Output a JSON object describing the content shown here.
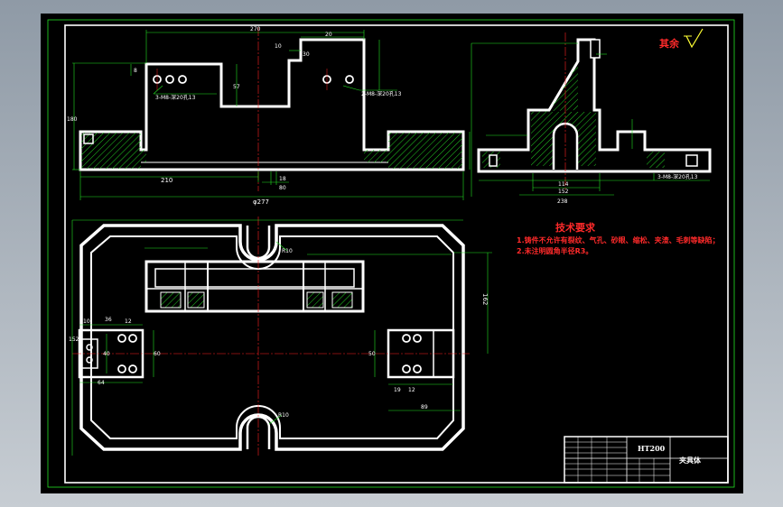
{
  "colors": {
    "outline": "#ffffff",
    "dimension": "#22e022",
    "centerline": "#ff2020",
    "hatch": "#22cc22",
    "note": "#ff2a2a",
    "viewport": "#000000"
  },
  "dims": {
    "top_width": "270",
    "top_left_a": "8",
    "top_t10": "10",
    "top_small": "20",
    "top_57": "57",
    "top_30": "30",
    "top_height": "180",
    "hole_left": "3-M8-深20孔13",
    "hole_right": "2-M8-深20孔13",
    "dim_210": "210",
    "dim_18": "18",
    "dim_80": "80",
    "dim_277": "φ277",
    "side_114": "114",
    "side_152": "152",
    "side_238": "238",
    "side_hole": "3-M8-深20孔13",
    "plan_r10a": "R10",
    "plan_162": "162",
    "plan_10": "10",
    "plan_36": "36",
    "plan_12a": "12",
    "plan_40": "40",
    "plan_60": "60",
    "plan_64": "64",
    "plan_19": "19",
    "plan_12b": "12",
    "plan_50": "50",
    "plan_89": "89",
    "plan_r10b": "R10",
    "plan_side": "152"
  },
  "notes": {
    "surface": "其余",
    "title": "技术要求",
    "line1": "1.铸件不允许有裂纹、气孔、砂眼、缩松、夹渣、毛刺等缺陷；",
    "line2": "2.未注明圆角半径R3。"
  },
  "title_block": {
    "material": "HT200",
    "part_name": "夹具体"
  }
}
